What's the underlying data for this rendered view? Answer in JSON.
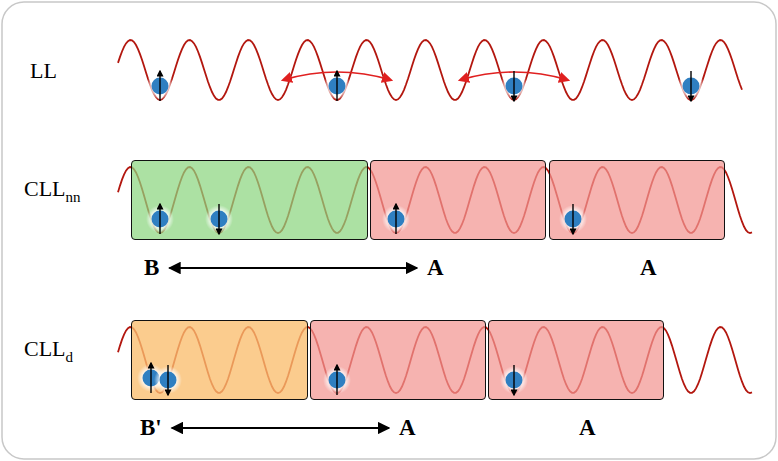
{
  "diagram": {
    "nodes": [
      {
        "text": [
          "B"
        ]
      },
      {
        "text": [
          "A"
        ]
      },
      {
        "text": [
          "A"
        ]
      },
      {
        "text": [
          "B'"
        ]
      },
      {
        "text": [
          "A"
        ]
      },
      {
        "text": [
          "A"
        ]
      }
    ],
    "edges": [
      {
        "from": 0,
        "to": 1,
        "arrow": "both"
      },
      {
        "from": 3,
        "to": 4,
        "arrow": "both"
      }
    ],
    "labels": [
      "LL",
      "CLL",
      "nn",
      "CLL",
      "d"
    ]
  }
}
